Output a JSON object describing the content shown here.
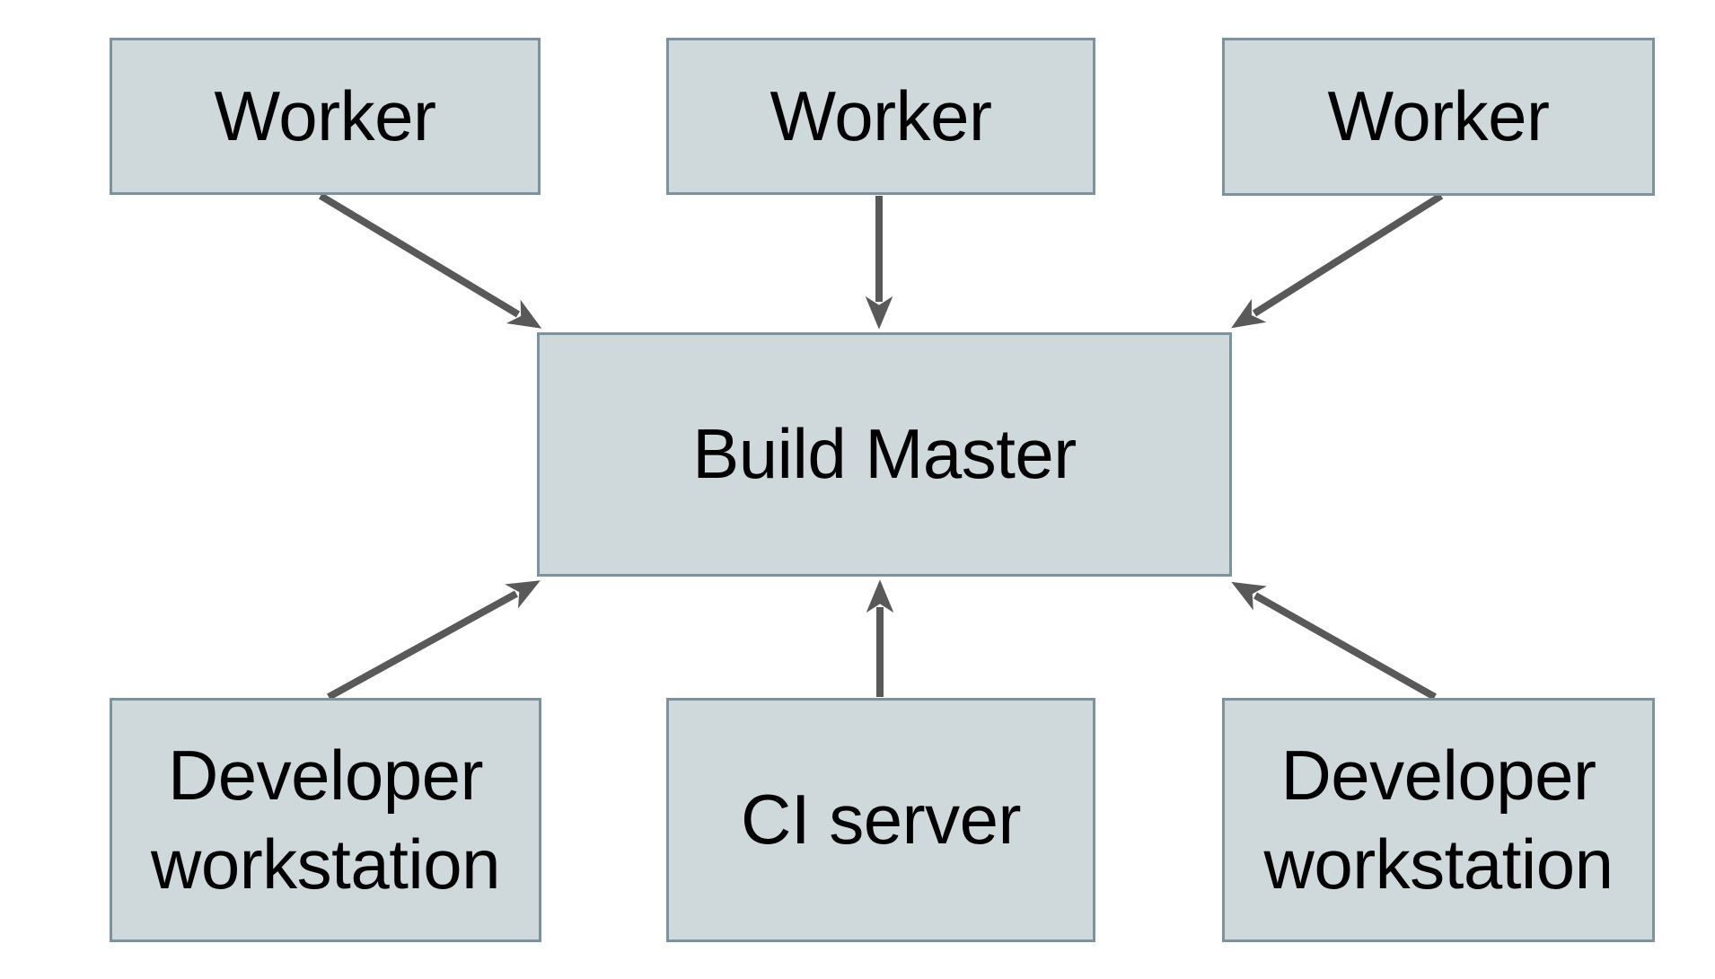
{
  "diagram": {
    "nodes": [
      {
        "id": "worker-1",
        "label": "Worker"
      },
      {
        "id": "worker-2",
        "label": "Worker"
      },
      {
        "id": "worker-3",
        "label": "Worker"
      },
      {
        "id": "build-master",
        "label": "Build Master"
      },
      {
        "id": "developer-workstation-left",
        "label": "Developer workstation"
      },
      {
        "id": "ci-server",
        "label": "CI server"
      },
      {
        "id": "developer-workstation-right",
        "label": "Developer workstation"
      }
    ],
    "edges": [
      {
        "from": "worker-1",
        "to": "build-master"
      },
      {
        "from": "worker-2",
        "to": "build-master"
      },
      {
        "from": "worker-3",
        "to": "build-master"
      },
      {
        "from": "developer-workstation-left",
        "to": "build-master"
      },
      {
        "from": "ci-server",
        "to": "build-master"
      },
      {
        "from": "developer-workstation-right",
        "to": "build-master"
      }
    ],
    "colors": {
      "background": "#ffffff",
      "box_fill": "#cfd8db",
      "box_border": "#7c929e",
      "arrow": "#595959",
      "text": "#000000"
    }
  }
}
